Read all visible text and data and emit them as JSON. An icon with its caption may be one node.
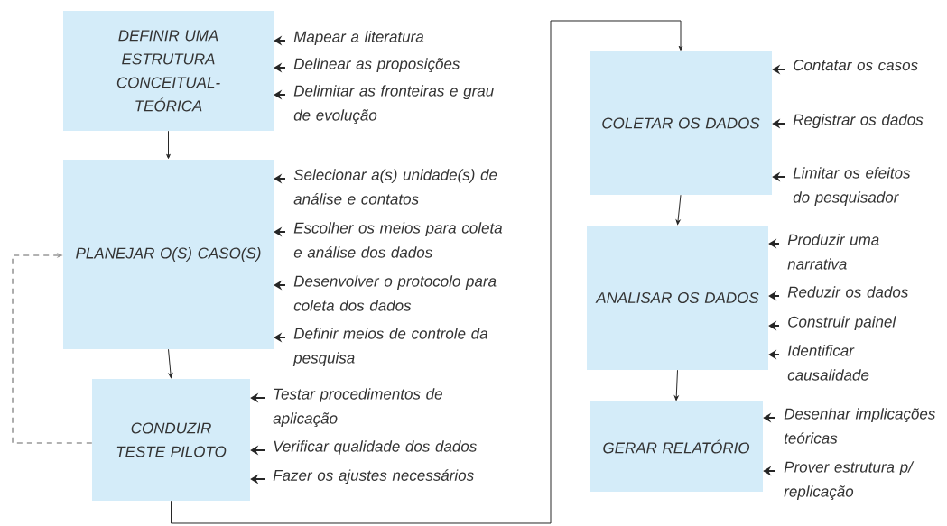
{
  "diagram": {
    "nodes": [
      {
        "text": [
          "DEFINIR UMA ESTRUTURA CONCEITUAL-TEÓRICA"
        ]
      },
      {
        "text": [
          "Mapear a literatura"
        ]
      },
      {
        "text": [
          "Delinear as proposições"
        ]
      },
      {
        "text": [
          "Delimitar as fronteiras e grau de evolução"
        ]
      },
      {
        "text": [
          "PLANEJAR O(S) CASO(S)"
        ]
      },
      {
        "text": [
          "Selecionar a(s) unidade(s) de análise e contatos"
        ]
      },
      {
        "text": [
          "Escolher os meios para coleta e análise dos dados"
        ]
      },
      {
        "text": [
          "Desenvolver o protocolo para coleta dos dados"
        ]
      },
      {
        "text": [
          "Definir meios de controle da pesquisa"
        ]
      },
      {
        "text": [
          "CONDUZIR TESTE PILOTO"
        ]
      },
      {
        "text": [
          "Testar procedimentos de aplicação"
        ]
      },
      {
        "text": [
          "Verificar qualidade dos dados"
        ]
      },
      {
        "text": [
          "Fazer os ajustes necessários"
        ]
      },
      {
        "text": [
          "COLETAR OS DADOS"
        ]
      },
      {
        "text": [
          "Contatar os casos"
        ]
      },
      {
        "text": [
          "Registrar os dados"
        ]
      },
      {
        "text": [
          "Limitar os efeitos do pesquisador"
        ]
      },
      {
        "text": [
          "ANALISAR OS DADOS"
        ]
      },
      {
        "text": [
          "Produzir uma narrativa"
        ]
      },
      {
        "text": [
          "Reduzir os dados"
        ]
      },
      {
        "text": [
          "Construir painel"
        ]
      },
      {
        "text": [
          "Identificar causalidade"
        ]
      },
      {
        "text": [
          "GERAR RELATÓRIO"
        ]
      },
      {
        "text": [
          "Desenhar implicações teóricas"
        ]
      },
      {
        "text": [
          "Prover estrutura p/ replicação"
        ]
      }
    ],
    "edges": [
      {
        "from": 1,
        "to": 0,
        "arrow": "to"
      },
      {
        "from": 2,
        "to": 0,
        "arrow": "to"
      },
      {
        "from": 3,
        "to": 0,
        "arrow": "to"
      },
      {
        "from": 0,
        "to": 4,
        "arrow": "to"
      },
      {
        "from": 5,
        "to": 4,
        "arrow": "to"
      },
      {
        "from": 6,
        "to": 4,
        "arrow": "to"
      },
      {
        "from": 7,
        "to": 4,
        "arrow": "to"
      },
      {
        "from": 8,
        "to": 4,
        "arrow": "to"
      },
      {
        "from": 4,
        "to": 9,
        "arrow": "to"
      },
      {
        "from": 9,
        "to": 4,
        "arrow": "to",
        "style": "dashed",
        "color": "#999999"
      },
      {
        "from": 10,
        "to": 9,
        "arrow": "to"
      },
      {
        "from": 11,
        "to": 9,
        "arrow": "to"
      },
      {
        "from": 12,
        "to": 9,
        "arrow": "to"
      },
      {
        "from": 9,
        "to": 13,
        "arrow": "to"
      },
      {
        "from": 14,
        "to": 13,
        "arrow": "to"
      },
      {
        "from": 15,
        "to": 13,
        "arrow": "to"
      },
      {
        "from": 16,
        "to": 13,
        "arrow": "to"
      },
      {
        "from": 13,
        "to": 17,
        "arrow": "to"
      },
      {
        "from": 18,
        "to": 17,
        "arrow": "to"
      },
      {
        "from": 19,
        "to": 17,
        "arrow": "to"
      },
      {
        "from": 20,
        "to": 17,
        "arrow": "to"
      },
      {
        "from": 21,
        "to": 17,
        "arrow": "to"
      },
      {
        "from": 17,
        "to": 22,
        "arrow": "to"
      },
      {
        "from": 23,
        "to": 22,
        "arrow": "to"
      },
      {
        "from": 24,
        "to": 22,
        "arrow": "to"
      }
    ]
  }
}
